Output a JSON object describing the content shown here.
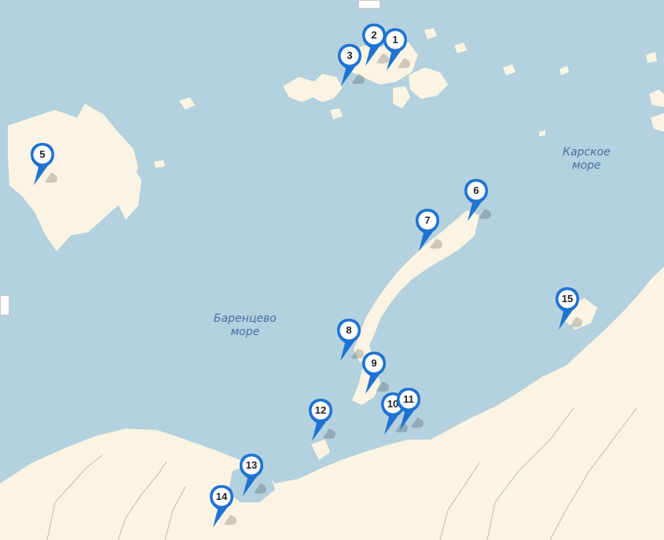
{
  "map": {
    "sea_labels": {
      "kara": [
        "Карское",
        "море"
      ],
      "barents": [
        "Баренцево",
        "море"
      ]
    },
    "markers": [
      "1",
      "2",
      "3",
      "5",
      "6",
      "7",
      "8",
      "9",
      "10",
      "11",
      "12",
      "13",
      "14",
      "15"
    ],
    "colors": {
      "water": "#b3d1de",
      "land": "#fbf4e2",
      "marker_blue": "#1e73d2",
      "marker_face": "#ffffff",
      "border": "#c4b9a6"
    }
  }
}
